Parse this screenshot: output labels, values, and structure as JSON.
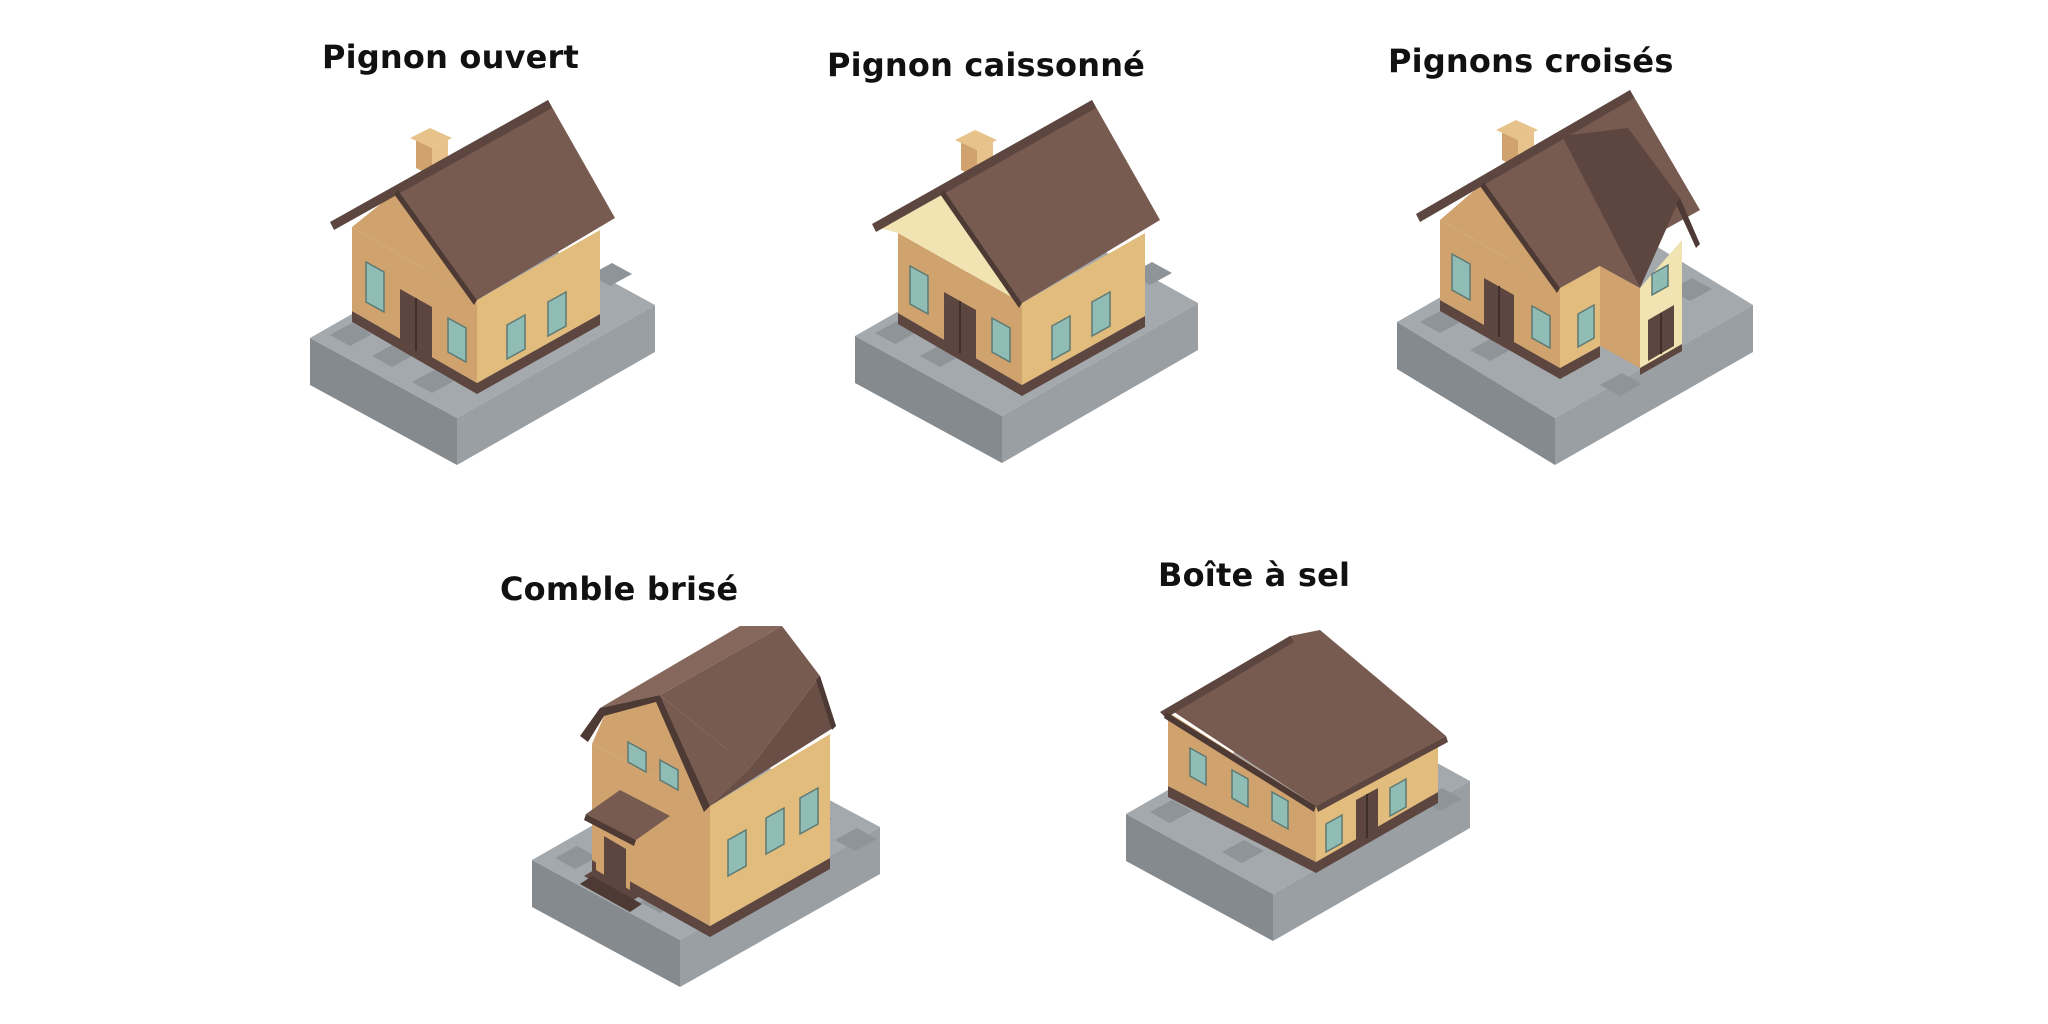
{
  "houses": [
    {
      "label": "Pignon ouvert"
    },
    {
      "label": "Pignon caissonné"
    },
    {
      "label": "Pignons croisés"
    },
    {
      "label": "Comble brisé"
    },
    {
      "label": "Boîte à sel"
    }
  ],
  "colors": {
    "roof": "#775a50",
    "roof_dark": "#5e4640",
    "roof_edge": "#4e3a34",
    "wall_left": "#d0a36e",
    "wall_right": "#e2bc7c",
    "gable_infill": "#f1e4b2",
    "window": "#8fbcb4",
    "door": "#5e4640",
    "base_top": "#a4a9ad",
    "base_left": "#858a8f",
    "base_right": "#9a9fa4",
    "base_stone": "#8f9499",
    "chimney": "#e7c28a"
  }
}
